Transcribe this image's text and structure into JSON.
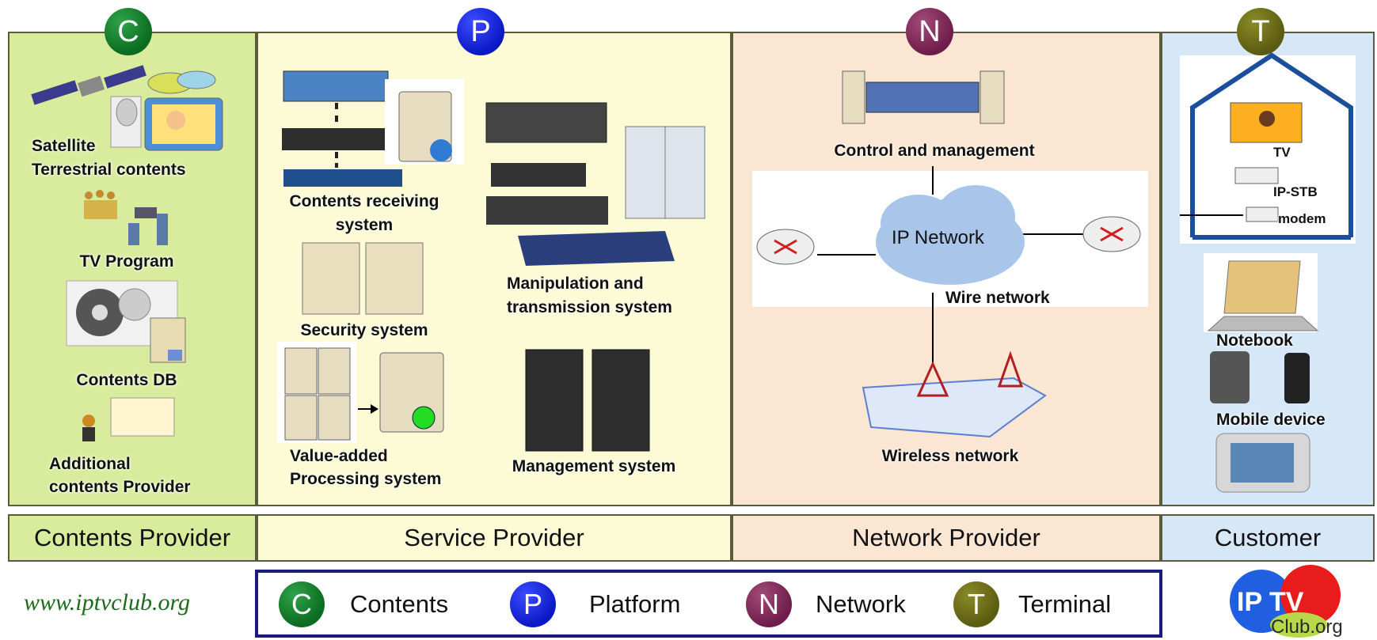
{
  "letters": {
    "c": "C",
    "p": "P",
    "n": "N",
    "t": "T"
  },
  "contents_provider": {
    "satellite": "Satellite",
    "terrestrial": "Terrestrial contents",
    "tv_program": "TV Program",
    "contents_db": "Contents DB",
    "additional_1": "Additional",
    "additional_2": "contents Provider"
  },
  "service_provider": {
    "receiving_1": "Contents receiving",
    "receiving_2": "system",
    "security": "Security system",
    "value_added_1": "Value-added",
    "value_added_2": "Processing system",
    "manipulation_1": "Manipulation and",
    "manipulation_2": "transmission system",
    "management": "Management system"
  },
  "network_provider": {
    "control": "Control and management",
    "ip_network": "IP Network",
    "wire": "Wire network",
    "wireless": "Wireless network"
  },
  "customer": {
    "tv": "TV",
    "ipstb": "IP-STB",
    "modem": "modem",
    "notebook": "Notebook",
    "mobile": "Mobile device"
  },
  "labels": {
    "contents_provider": "Contents Provider",
    "service_provider": "Service Provider",
    "network_provider": "Network Provider",
    "customer": "Customer"
  },
  "legend": {
    "contents": "Contents",
    "platform": "Platform",
    "network": "Network",
    "terminal": "Terminal"
  },
  "website": "www.iptvclub.org",
  "logo_text": "IPTV Club.org",
  "colors": {
    "contents": "#0b6b20",
    "platform": "#0b18c6",
    "network": "#6e1d4a",
    "terminal": "#5b5b10"
  }
}
